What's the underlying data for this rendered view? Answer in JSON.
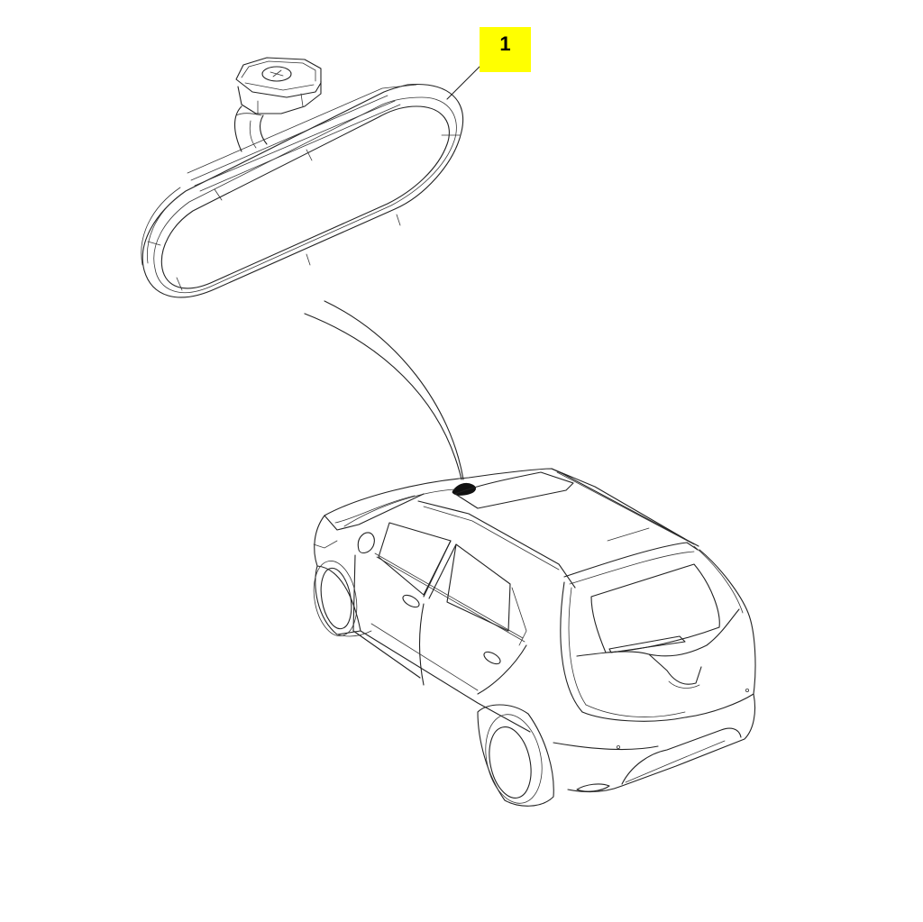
{
  "diagram": {
    "type": "parts-diagram",
    "background_color": "#ffffff",
    "line_color": "#222222",
    "callouts": [
      {
        "label": "1",
        "background_color": "#ffff00",
        "text_color": "#000000",
        "points_to": "interior-rear-view-mirror"
      }
    ],
    "components": [
      {
        "id": "interior-rear-view-mirror",
        "callout": "1"
      },
      {
        "id": "vehicle-hatchback-rear-three-quarter-view",
        "callout": null
      }
    ],
    "location_indicator": {
      "from": "interior-rear-view-mirror",
      "to": "windshield-top-center-mount"
    }
  }
}
